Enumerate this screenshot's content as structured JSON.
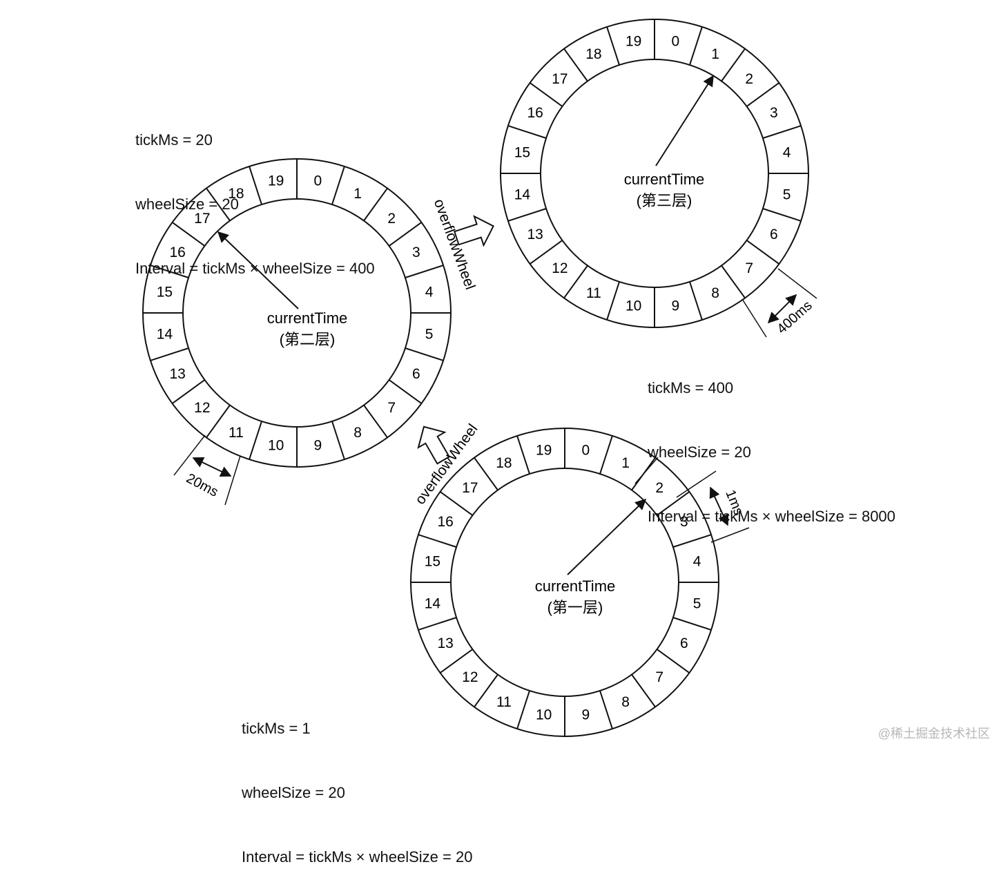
{
  "wheels": [
    {
      "id": "layer1",
      "center_label": "currentTime",
      "layer_label": "(第一层)",
      "slots": [
        "0",
        "1",
        "2",
        "3",
        "4",
        "5",
        "6",
        "7",
        "8",
        "9",
        "10",
        "11",
        "12",
        "13",
        "14",
        "15",
        "16",
        "17",
        "18",
        "19"
      ],
      "current_slot": "2",
      "tick_span_label": "1ms",
      "params": [
        "tickMs = 1",
        "wheelSize = 20",
        "Interval = tickMs × wheelSize = 20"
      ]
    },
    {
      "id": "layer2",
      "center_label": "currentTime",
      "layer_label": "(第二层)",
      "slots": [
        "0",
        "1",
        "2",
        "3",
        "4",
        "5",
        "6",
        "7",
        "8",
        "9",
        "10",
        "11",
        "12",
        "13",
        "14",
        "15",
        "16",
        "17",
        "18",
        "19"
      ],
      "current_slot": "17",
      "tick_span_label": "20ms",
      "params": [
        "tickMs = 20",
        "wheelSize = 20",
        "Interval = tickMs × wheelSize = 400"
      ]
    },
    {
      "id": "layer3",
      "center_label": "currentTime",
      "layer_label": "(第三层)",
      "slots": [
        "0",
        "1",
        "2",
        "3",
        "4",
        "5",
        "6",
        "7",
        "8",
        "9",
        "10",
        "11",
        "12",
        "13",
        "14",
        "15",
        "16",
        "17",
        "18",
        "19"
      ],
      "current_slot": "1",
      "tick_span_label": "400ms",
      "params": [
        "tickMs = 400",
        "wheelSize = 20",
        "Interval = tickMs × wheelSize = 8000"
      ]
    }
  ],
  "overflow_labels": [
    "overflowWheel",
    "overflowWheel"
  ],
  "watermark": "@稀土掘金技术社区",
  "colors": {
    "stroke": "#111111",
    "text": "#111111",
    "watermark": "#b7b7b7"
  }
}
